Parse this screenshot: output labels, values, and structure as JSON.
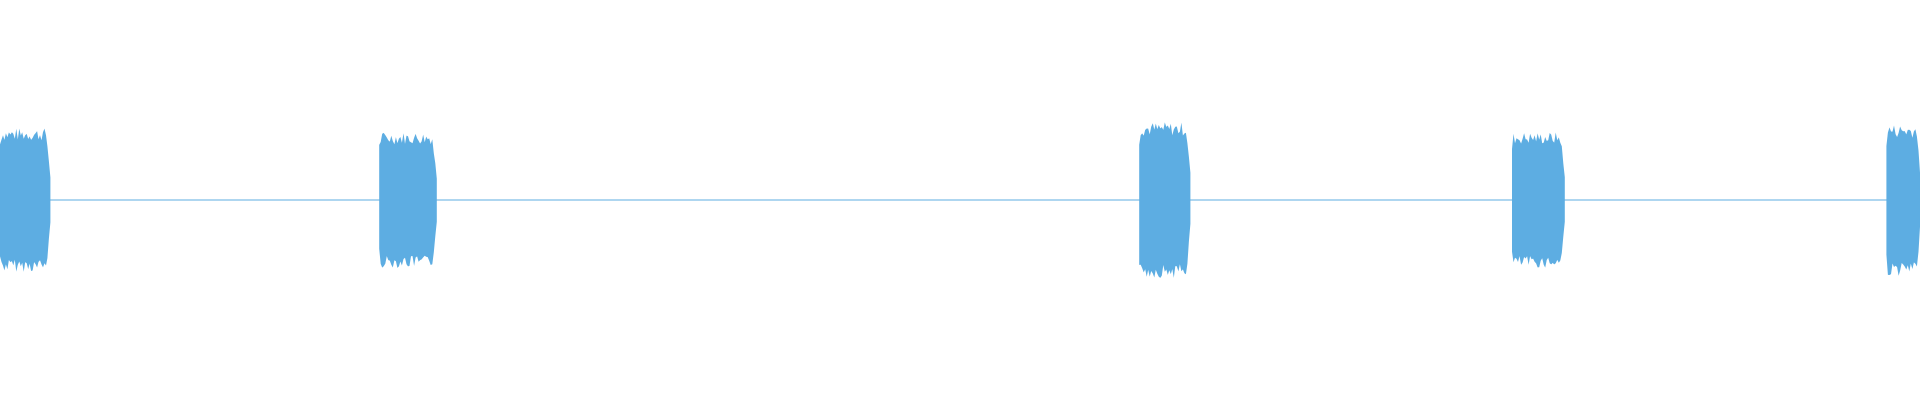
{
  "waveform": {
    "color": "#5dade2",
    "duration_seconds": 120,
    "amplitude_range": [
      -1,
      1
    ],
    "clips": [
      {
        "start_s": 0.0,
        "end_s": 3.15,
        "peak": 0.36
      },
      {
        "start_s": 23.7,
        "end_s": 27.3,
        "peak": 0.34
      },
      {
        "start_s": 71.2,
        "end_s": 74.4,
        "peak": 0.39
      },
      {
        "start_s": 94.5,
        "end_s": 97.8,
        "peak": 0.34
      },
      {
        "start_s": 117.9,
        "end_s": 120.0,
        "peak": 0.38
      }
    ],
    "silence_peak": 0.008
  }
}
